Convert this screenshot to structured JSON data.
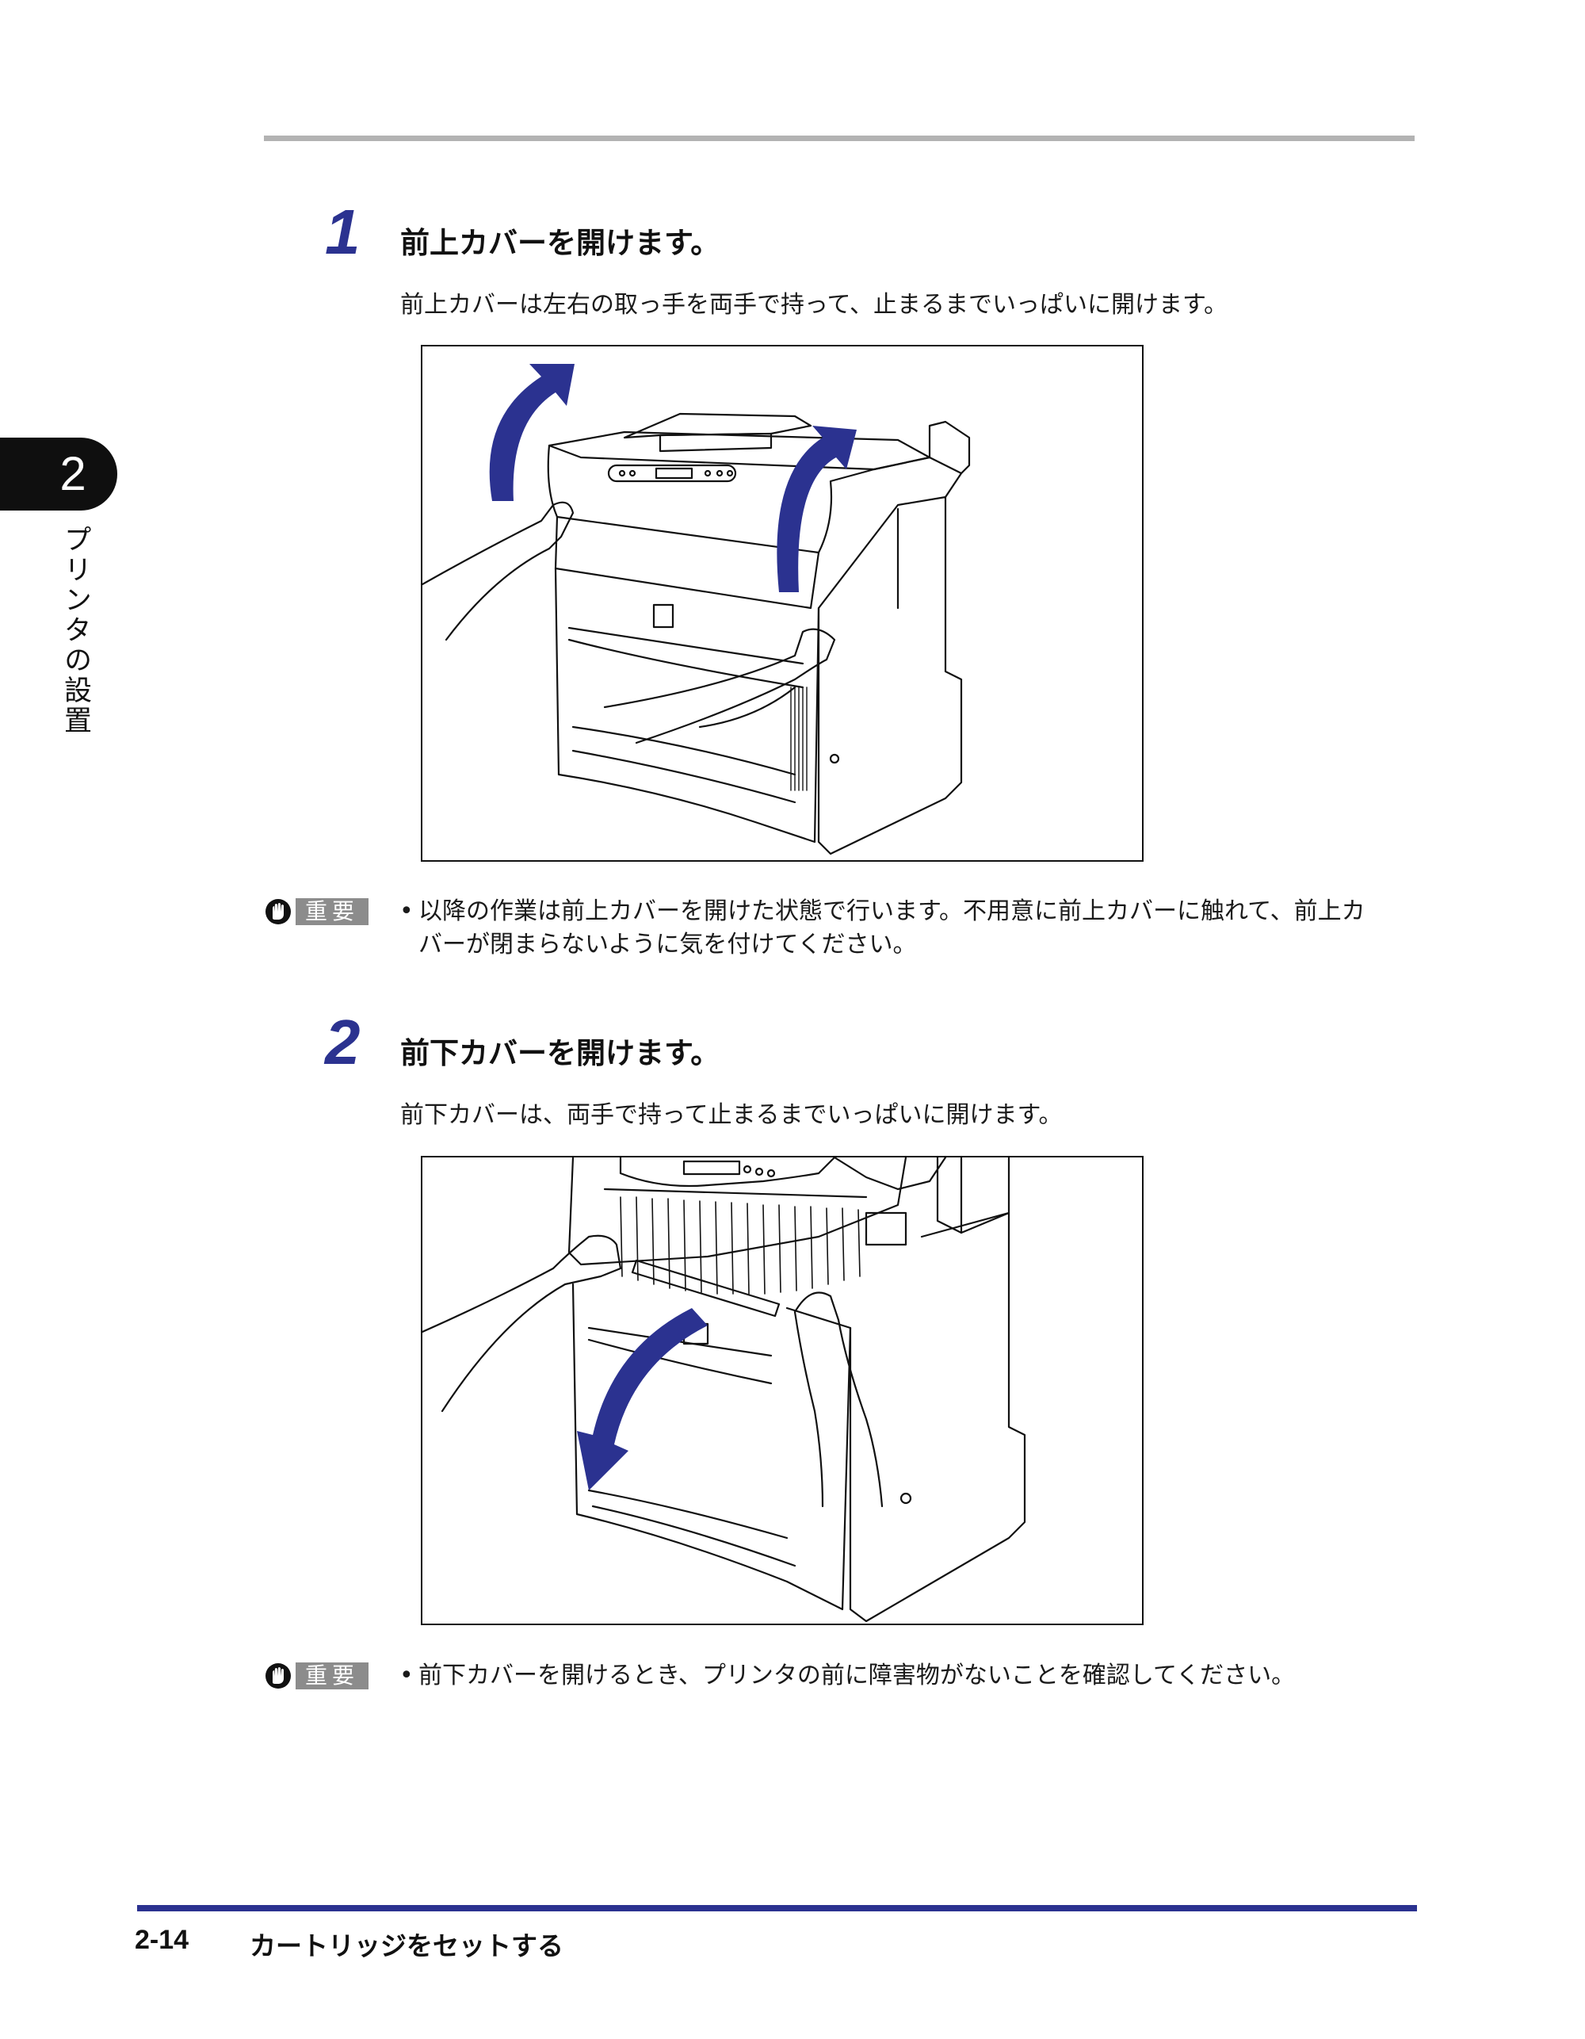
{
  "chapter": {
    "number": "2",
    "title": "プリンタの設置"
  },
  "steps": [
    {
      "number": "1",
      "title": "前上カバーを開けます。",
      "description": "前上カバーは左右の取っ手を両手で持って、止まるまでいっぱいに開けます。",
      "note": {
        "badge": "重要",
        "bullet": "•",
        "lines": [
          "以降の作業は前上カバーを開けた状態で行います。不用意に前上カバーに触れて、前上カ",
          "バーが閉まらないように気を付けてください。"
        ]
      }
    },
    {
      "number": "2",
      "title": "前下カバーを開けます。",
      "description": "前下カバーは、両手で持って止まるまでいっぱいに開けます。",
      "note": {
        "badge": "重要",
        "bullet": "•",
        "lines": [
          "前下カバーを開けるとき、プリンタの前に障害物がないことを確認してください。"
        ]
      }
    }
  ],
  "footer": {
    "page_number": "2-14",
    "section": "カートリッジをセットする"
  },
  "colors": {
    "accent": "#2b3290",
    "badge_gray": "#8c8c8c",
    "rule_gray": "#b3b3b3"
  }
}
